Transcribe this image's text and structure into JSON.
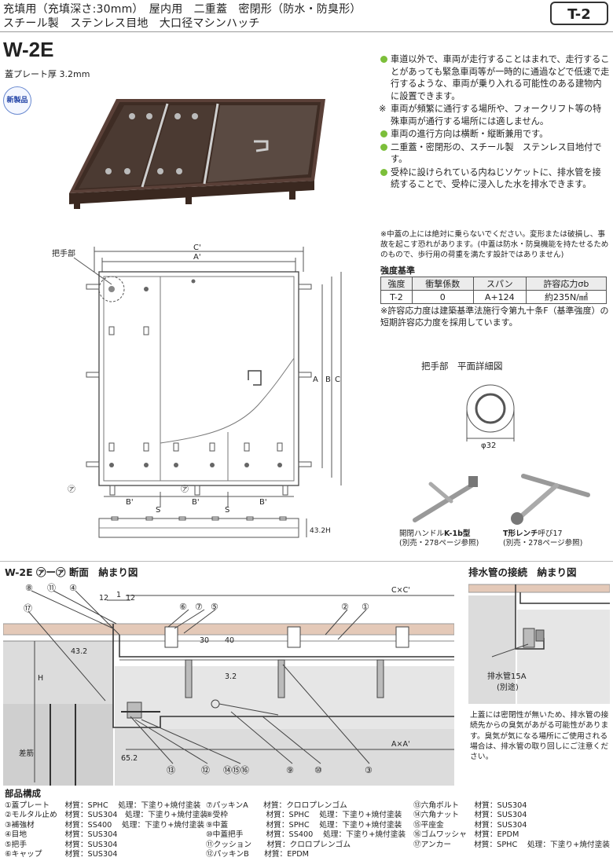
{
  "header": {
    "line1": "充填用（充填深さ:30mm）　屋内用　二重蓋　密閉形（防水・防臭形）",
    "line2": "スチール製　ステンレス目地　大口径マシンハッチ",
    "tag": "T-2"
  },
  "product": {
    "code": "W-2E",
    "plate": "蓋プレート厚 3.2mm",
    "badge": "新製品"
  },
  "features": [
    {
      "mark": "dot",
      "text": "車道以外で、車両が走行することはまれで、走行することがあっても緊急車両等が一時的に通過などで低速で走行するような、車両が乗り入れる可能性のある建物内に設置できます。"
    },
    {
      "mark": "※",
      "text": "車両が頻繁に通行する場所や、フォークリフト等の特殊車両が通行する場所には適しません。"
    },
    {
      "mark": "dot",
      "text": "車両の進行方向は横断・縦断兼用です。"
    },
    {
      "mark": "dot",
      "text": "二重蓋・密閉形の、スチール製　ステンレス目地付です。"
    },
    {
      "mark": "dot",
      "text": "受枠に設けられている内ねじソケットに、排水管を接続することで、受枠に浸入した水を排水できます。"
    }
  ],
  "notes": "※中蓋の上には絶対に乗らないでください。変形または破損し、事故を起こす恐れがあります。(中蓋は防水・防臭機能を持たせるためのもので、歩行用の荷重を満たす設計ではありません)",
  "strength": {
    "title": "強度基準",
    "headers": [
      "強度",
      "衝撃係数",
      "スパン",
      "許容応力σb"
    ],
    "row": [
      "T-2",
      "0",
      "A+124",
      "約235N/㎟"
    ],
    "note": "※許容応力度は建築基準法施行令第九十条F（基準強度）の短期許容応力度を採用しています。"
  },
  "plan": {
    "handle_label": "把手部",
    "dims": {
      "c": "C'",
      "a": "A'",
      "b": "B'",
      "s": "S",
      "A": "A",
      "B": "B",
      "C": "C",
      "h1": "43.2",
      "h2": "H",
      "mark": "㋐"
    }
  },
  "handle_detail": {
    "title": "把手部　平面詳細図",
    "dia": "φ32"
  },
  "tools": {
    "k1b_prefix": "開閉ハンドル",
    "k1b_model": "K-1b型",
    "k1b_ref": "(別売・278ページ参照)",
    "t_model": "T形レンチ",
    "t_suffix": "呼び17",
    "t_ref": "(別売・278ページ参照)"
  },
  "section": {
    "title": "W-2E ㋐ー㋐ 断面　納まり図",
    "labels": {
      "n8": "⑧",
      "n11": "⑪",
      "n4": "④",
      "n17": "⑰",
      "n6": "⑥",
      "n7": "⑦",
      "n5": "⑤",
      "n2": "②",
      "n1": "①",
      "n13": "⑬",
      "n12": "⑫",
      "n141516": "⑭⑮⑯",
      "n9": "⑨",
      "n10": "⑩",
      "n3": "③",
      "d12a": "12",
      "d1": "1",
      "d12b": "12",
      "d30": "30",
      "d40": "40",
      "d432": "43.2",
      "d32": "3.2",
      "dH": "H",
      "d652": "65.2",
      "cxc": "C×C'",
      "axa": "A×A'",
      "rebar": "差筋"
    }
  },
  "drain": {
    "title": "排水管の接続　納まり図",
    "pipe": "排水管15A",
    "pipe_sub": "(別途)",
    "note": "上蓋には密閉性が無いため、排水管の接続先からの臭気があがる可能性があります。臭気が気になる場所にご使用される場合は、排水管の取り回しにご注意ください。"
  },
  "parts": {
    "title": "部品構成",
    "col1": [
      "①蓋プレート　　材質：SPHC　 処理：下塗り+焼付塗装",
      "②モルタル止め　材質：SUS304　処理：下塗り+焼付塗装",
      "③補強材　　　　材質：SS400　 処理：下塗り+焼付塗装",
      "④目地　　　　　材質：SUS304",
      "⑤把手　　　　　材質：SUS304",
      "⑥キャップ　　　材質：SUS304"
    ],
    "col2": [
      "⑦パッキンA　　材質：クロロプレンゴム",
      "⑧受枠　　　　　材質：SPHC　 処理：下塗り+焼付塗装",
      "⑨中蓋　　　　　材質：SPHC　 処理：下塗り+焼付塗装",
      "⑩中蓋把手　　　材質：SS400　 処理：下塗り+焼付塗装",
      "⑪クッション　　材質：クロロプレンゴム",
      "⑫パッキンB　　材質：EPDM"
    ],
    "col3": [
      "⑬六角ボルト　　材質：SUS304",
      "⑭六角ナット　　材質：SUS304",
      "⑮平座金　　　　材質：SUS304",
      "⑯ゴムワッシャ　材質：EPDM",
      "⑰アンカー　　　材質：SPHC　 処理：下塗り+焼付塗装"
    ]
  },
  "colors": {
    "accent": "#7cbf3a",
    "steel": "#4a3a32",
    "line": "#444444"
  }
}
